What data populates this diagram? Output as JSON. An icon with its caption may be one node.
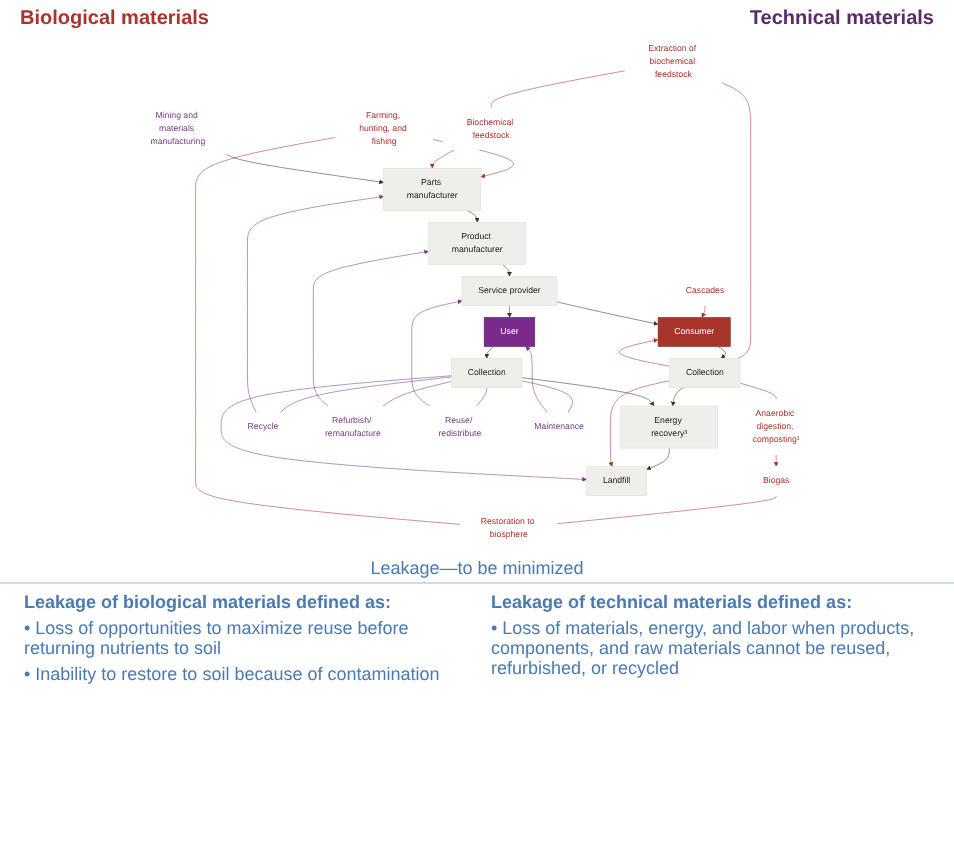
{
  "diagram": {
    "nodes": [
      {
        "text": [
          "Farming, hunting, and fishing"
        ]
      },
      {
        "text": [
          "Restoration to biosphere"
        ]
      },
      {
        "text": [
          "Biogas"
        ]
      },
      {
        "text": [
          "Anaerobic digestion, composting¹"
        ]
      },
      {
        "text": [
          "Biochemical feedstock"
        ]
      },
      {
        "text": [
          "Cascades"
        ]
      },
      {
        "text": [
          "Extraction of biochemical feedstock"
        ]
      },
      {
        "text": [
          "Mining and materials manufacturing"
        ]
      },
      {
        "text": [
          "Parts manufacturer"
        ]
      },
      {
        "text": [
          "Product manufacturer"
        ]
      },
      {
        "text": [
          "Service provider"
        ]
      },
      {
        "text": [
          "Consumer"
        ]
      },
      {
        "text": [
          "User"
        ]
      },
      {
        "text": [
          "Collection"
        ]
      },
      {
        "text": [
          "Collection"
        ]
      },
      {
        "text": [
          "Energy recovery³"
        ]
      },
      {
        "text": [
          "Landfill"
        ]
      },
      {
        "text": [
          "Recycle"
        ]
      },
      {
        "text": [
          "Refurbish/ remanufacture"
        ]
      },
      {
        "text": [
          "Reuse/ redistribute"
        ]
      },
      {
        "text": [
          "Maintenance"
        ]
      }
    ],
    "edges": [
      {
        "from": 0,
        "to": 8,
        "arrow": "to",
        "color": "#a8342c"
      },
      {
        "from": 1,
        "to": 0,
        "arrow": "none",
        "color": "#a8342c"
      },
      {
        "from": 2,
        "to": 1,
        "arrow": "none",
        "color": "#a8342c"
      },
      {
        "from": 3,
        "to": 2,
        "arrow": "to",
        "color": "#a8342c"
      },
      {
        "from": 4,
        "to": 8,
        "arrow": "to",
        "color": "#a8342c"
      },
      {
        "from": 6,
        "to": 4,
        "arrow": "none",
        "color": "#a8342c"
      },
      {
        "from": 13,
        "to": 3,
        "arrow": "none",
        "color": "#a8342c"
      },
      {
        "from": 5,
        "to": 11,
        "arrow": "to",
        "color": "#a8342c"
      },
      {
        "from": 13,
        "to": 11,
        "arrow": "to",
        "color": "#a8342c"
      },
      {
        "from": 6,
        "to": 13,
        "arrow": "none",
        "color": "#a8342c"
      },
      {
        "from": 7,
        "to": 8,
        "arrow": "to",
        "color": "#333333"
      },
      {
        "from": 8,
        "to": 9,
        "arrow": "to",
        "color": "#333333"
      },
      {
        "from": 9,
        "to": 10,
        "arrow": "to",
        "color": "#333333"
      },
      {
        "from": 10,
        "to": 11,
        "arrow": "to",
        "color": "#333333"
      },
      {
        "from": 10,
        "to": 12,
        "arrow": "to",
        "color": "#333333"
      },
      {
        "from": 11,
        "to": 13,
        "arrow": "to",
        "color": "#333333"
      },
      {
        "from": 12,
        "to": 14,
        "arrow": "to",
        "color": "#333333"
      },
      {
        "from": 13,
        "to": 15,
        "arrow": "to",
        "color": "#333333"
      },
      {
        "from": 14,
        "to": 15,
        "arrow": "to",
        "color": "#333333"
      },
      {
        "from": 15,
        "to": 16,
        "arrow": "to",
        "color": "#333333"
      },
      {
        "from": 13,
        "to": 16,
        "arrow": "to",
        "color": "#a8342c"
      },
      {
        "from": 14,
        "to": 16,
        "arrow": "to",
        "color": "#7a3a8a"
      },
      {
        "from": 14,
        "to": 17,
        "arrow": "none",
        "color": "#7a3a8a"
      },
      {
        "from": 17,
        "to": 8,
        "arrow": "to",
        "color": "#7a3a8a"
      },
      {
        "from": 14,
        "to": 18,
        "arrow": "none",
        "color": "#7a3a8a"
      },
      {
        "from": 18,
        "to": 9,
        "arrow": "to",
        "color": "#7a3a8a"
      },
      {
        "from": 14,
        "to": 19,
        "arrow": "none",
        "color": "#7a3a8a"
      },
      {
        "from": 19,
        "to": 10,
        "arrow": "to",
        "color": "#7a3a8a"
      },
      {
        "from": 14,
        "to": 20,
        "arrow": "none",
        "color": "#7a3a8a"
      },
      {
        "from": 20,
        "to": 12,
        "arrow": "to",
        "color": "#7a3a8a"
      }
    ],
    "labels": [
      "Biological materials",
      "Technical materials",
      "Leakage—to be minimized",
      "Leakage of biological materials defined as:",
      "• Loss of opportunities to maximize reuse before returning nutrients to soil",
      "• Inability to restore to soil because of contamination",
      "Leakage of technical materials defined as:",
      "• Loss of materials, energy, and labor when products, components, and raw materials cannot be reused, refurbished, or recycled"
    ]
  }
}
